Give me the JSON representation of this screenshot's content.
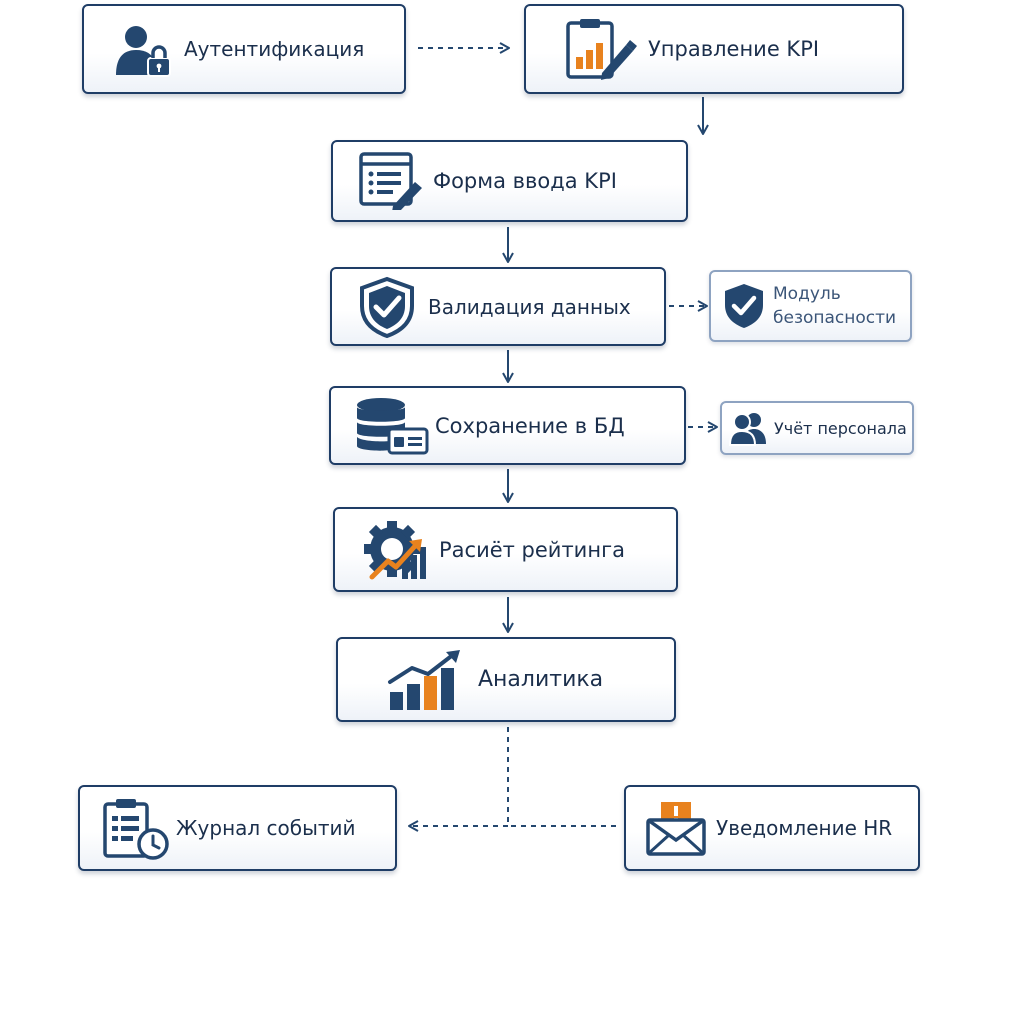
{
  "nodes": {
    "auth": {
      "label": "Аутентификация",
      "icon": "user-lock-icon"
    },
    "kpi_management": {
      "label": "Управление KPI",
      "icon": "clipboard-chart-icon"
    },
    "kpi_form": {
      "label": "Форма ввода KPI",
      "icon": "form-edit-icon"
    },
    "validation": {
      "label": "Валидация данных",
      "icon": "shield-check-icon"
    },
    "security": {
      "label": "Модуль безопасности",
      "icon": "shield-check-icon"
    },
    "save_db": {
      "label": "Сохранение в БД",
      "icon": "database-icon"
    },
    "staff": {
      "label": "Учёт персонала",
      "icon": "users-icon"
    },
    "rating": {
      "label": "Расиёт рейтинга",
      "icon": "gear-chart-icon"
    },
    "analytics": {
      "label": "Аналитика",
      "icon": "bar-chart-icon"
    },
    "event_log": {
      "label": "Журнал событий",
      "icon": "clipboard-clock-icon"
    },
    "hr_notify": {
      "label": "Уведомление HR",
      "icon": "envelope-alert-icon"
    }
  },
  "edges": [
    {
      "from": "auth",
      "to": "kpi_management",
      "style": "dashed"
    },
    {
      "from": "kpi_management",
      "to": "kpi_form",
      "style": "solid"
    },
    {
      "from": "kpi_form",
      "to": "validation",
      "style": "solid"
    },
    {
      "from": "validation",
      "to": "security",
      "style": "dashed"
    },
    {
      "from": "validation",
      "to": "save_db",
      "style": "solid"
    },
    {
      "from": "save_db",
      "to": "staff",
      "style": "dashed"
    },
    {
      "from": "save_db",
      "to": "rating",
      "style": "solid"
    },
    {
      "from": "rating",
      "to": "analytics",
      "style": "solid"
    },
    {
      "from": "analytics",
      "to": "event_log",
      "style": "dashed"
    },
    {
      "from": "hr_notify",
      "to": "event_log",
      "style": "dashed"
    }
  ],
  "colors": {
    "primary": "#24476f",
    "accent": "#e8821e",
    "border": "#1f3d66",
    "side_border": "#8ea3c1",
    "text": "#1b2f4c"
  }
}
